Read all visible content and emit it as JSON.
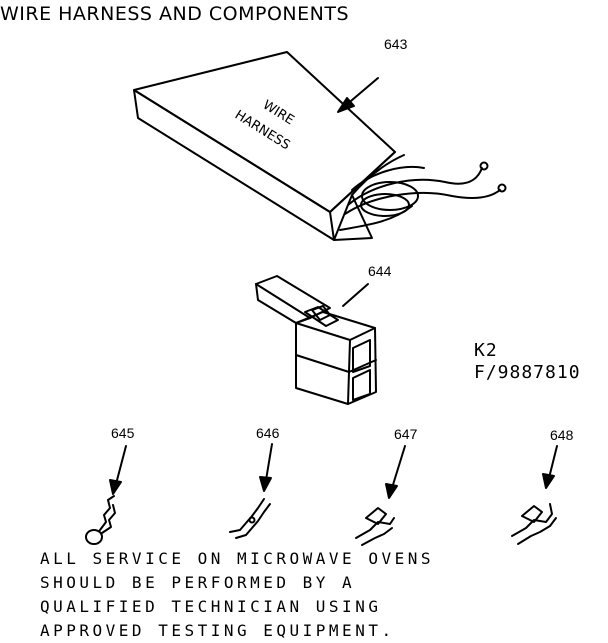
{
  "title": "WIRE HARNESS AND COMPONENTS",
  "box_label": [
    "WIRE",
    "HARNESS"
  ],
  "parts": [
    {
      "number": "643",
      "item": "wire-harness-box"
    },
    {
      "number": "644",
      "item": "connector-housing"
    },
    {
      "number": "645",
      "item": "terminal"
    },
    {
      "number": "646",
      "item": "terminal"
    },
    {
      "number": "647",
      "item": "terminal"
    },
    {
      "number": "648",
      "item": "terminal"
    }
  ],
  "reference": {
    "model": "K2",
    "figure": "F/9887810"
  },
  "notice_lines": [
    "ALL SERVICE ON MICROWAVE OVENS",
    "SHOULD BE PERFORMED BY A",
    "QUALIFIED TECHNICIAN USING",
    "APPROVED TESTING EQUIPMENT."
  ]
}
